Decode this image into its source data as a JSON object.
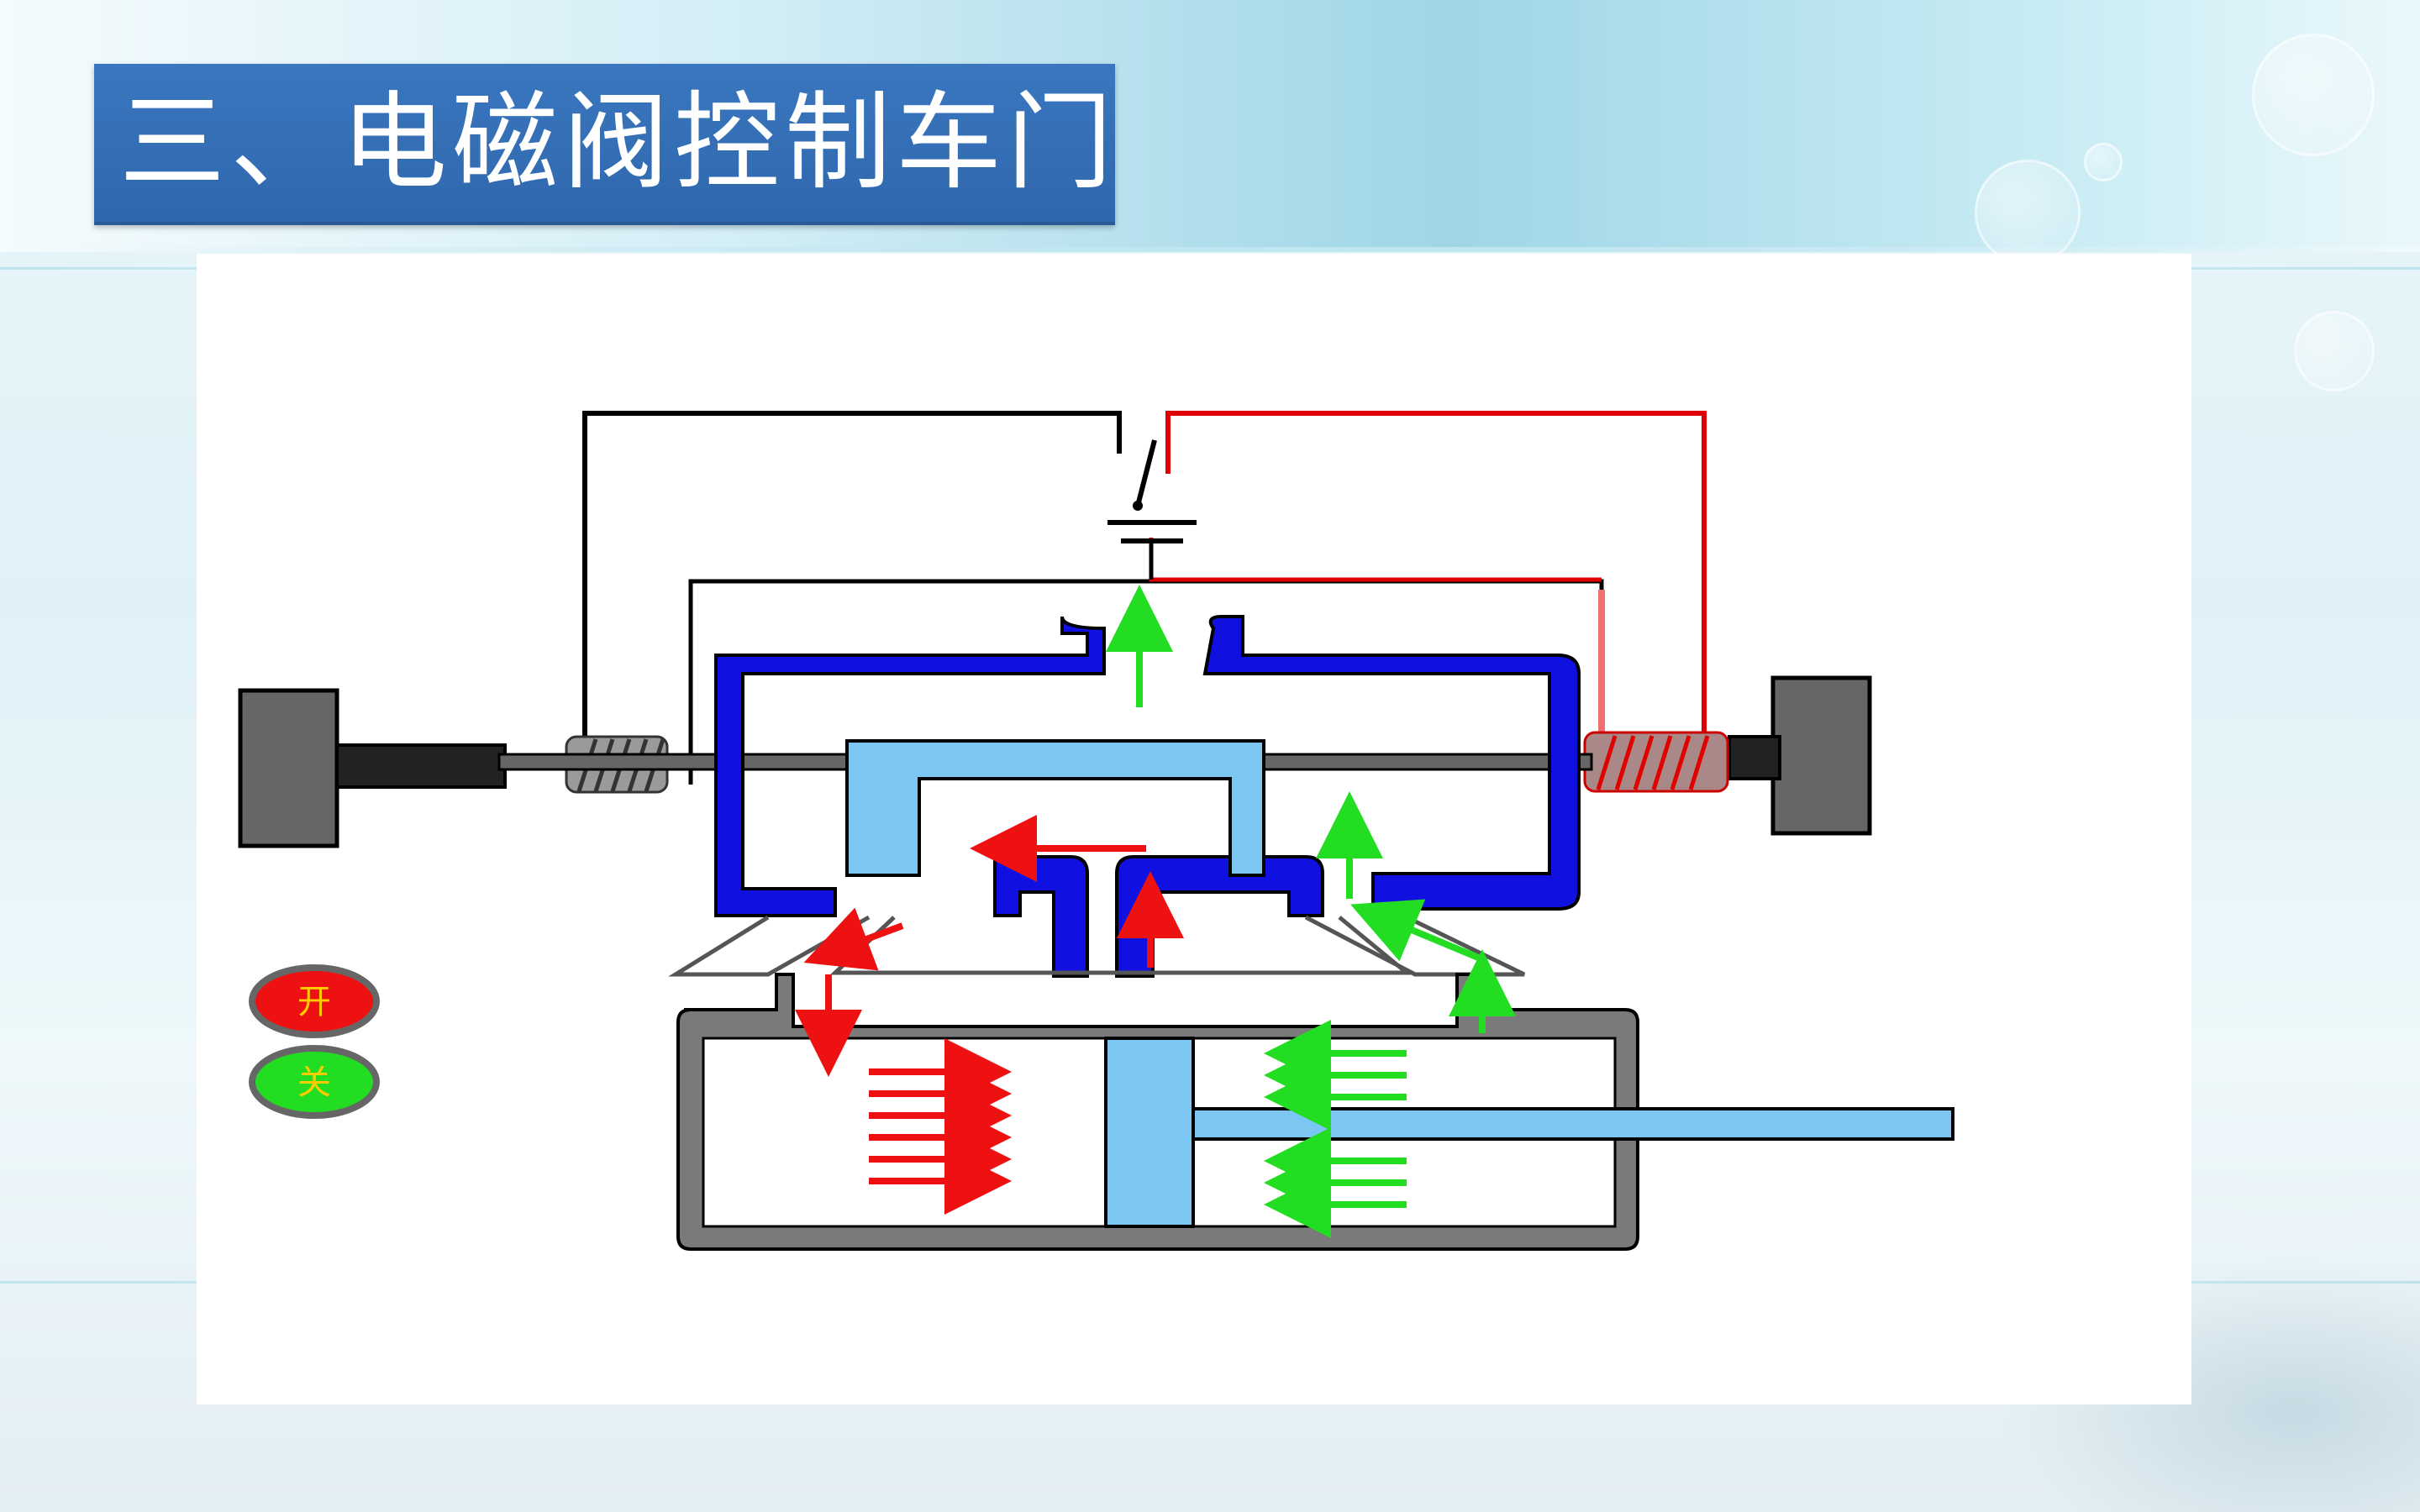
{
  "title": "三、电磁阀控制车门",
  "diagram": {
    "buttons": {
      "open": {
        "label": "开",
        "color": "#ee1111"
      },
      "close": {
        "label": "关",
        "color": "#22dd22"
      }
    },
    "colors": {
      "valve_body": "#1010e0",
      "slider": "#7cc7f2",
      "cylinder": "#777777",
      "wire_left": "#000000",
      "wire_right": "#e00000",
      "flow_green": "#22dd22",
      "flow_red": "#ee1111",
      "plunger": "#666666"
    }
  }
}
